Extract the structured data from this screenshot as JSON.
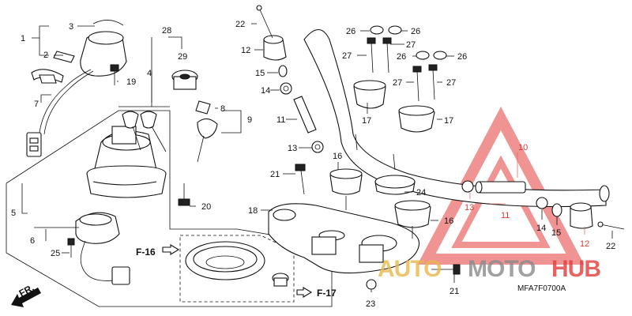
{
  "callouts": [
    {
      "n": "1"
    },
    {
      "n": "2"
    },
    {
      "n": "3"
    },
    {
      "n": "4"
    },
    {
      "n": "5"
    },
    {
      "n": "6"
    },
    {
      "n": "7"
    },
    {
      "n": "8"
    },
    {
      "n": "9"
    },
    {
      "n": "10"
    },
    {
      "n": "11"
    },
    {
      "n": "11"
    },
    {
      "n": "12"
    },
    {
      "n": "12"
    },
    {
      "n": "13"
    },
    {
      "n": "13"
    },
    {
      "n": "14"
    },
    {
      "n": "14"
    },
    {
      "n": "15"
    },
    {
      "n": "15"
    },
    {
      "n": "16"
    },
    {
      "n": "16"
    },
    {
      "n": "17"
    },
    {
      "n": "17"
    },
    {
      "n": "18"
    },
    {
      "n": "19"
    },
    {
      "n": "20"
    },
    {
      "n": "21"
    },
    {
      "n": "21"
    },
    {
      "n": "22"
    },
    {
      "n": "22"
    },
    {
      "n": "23"
    },
    {
      "n": "24"
    },
    {
      "n": "25"
    },
    {
      "n": "26"
    },
    {
      "n": "26"
    },
    {
      "n": "26"
    },
    {
      "n": "26"
    },
    {
      "n": "27"
    },
    {
      "n": "27"
    },
    {
      "n": "27"
    },
    {
      "n": "27"
    },
    {
      "n": "28"
    },
    {
      "n": "29"
    }
  ],
  "refs": {
    "f16": "F-16",
    "f17": "F-17",
    "fr": "FR."
  },
  "diagram_code": "MFA7F0700A",
  "watermark": {
    "auto": "AUTO",
    "moto": "MOTO",
    "hub": "HUB"
  },
  "colors": {
    "line": "#111111",
    "watermark_red": "#e43c3c",
    "watermark_gold": "#e8b84a",
    "watermark_gray": "#8a8a8a"
  }
}
